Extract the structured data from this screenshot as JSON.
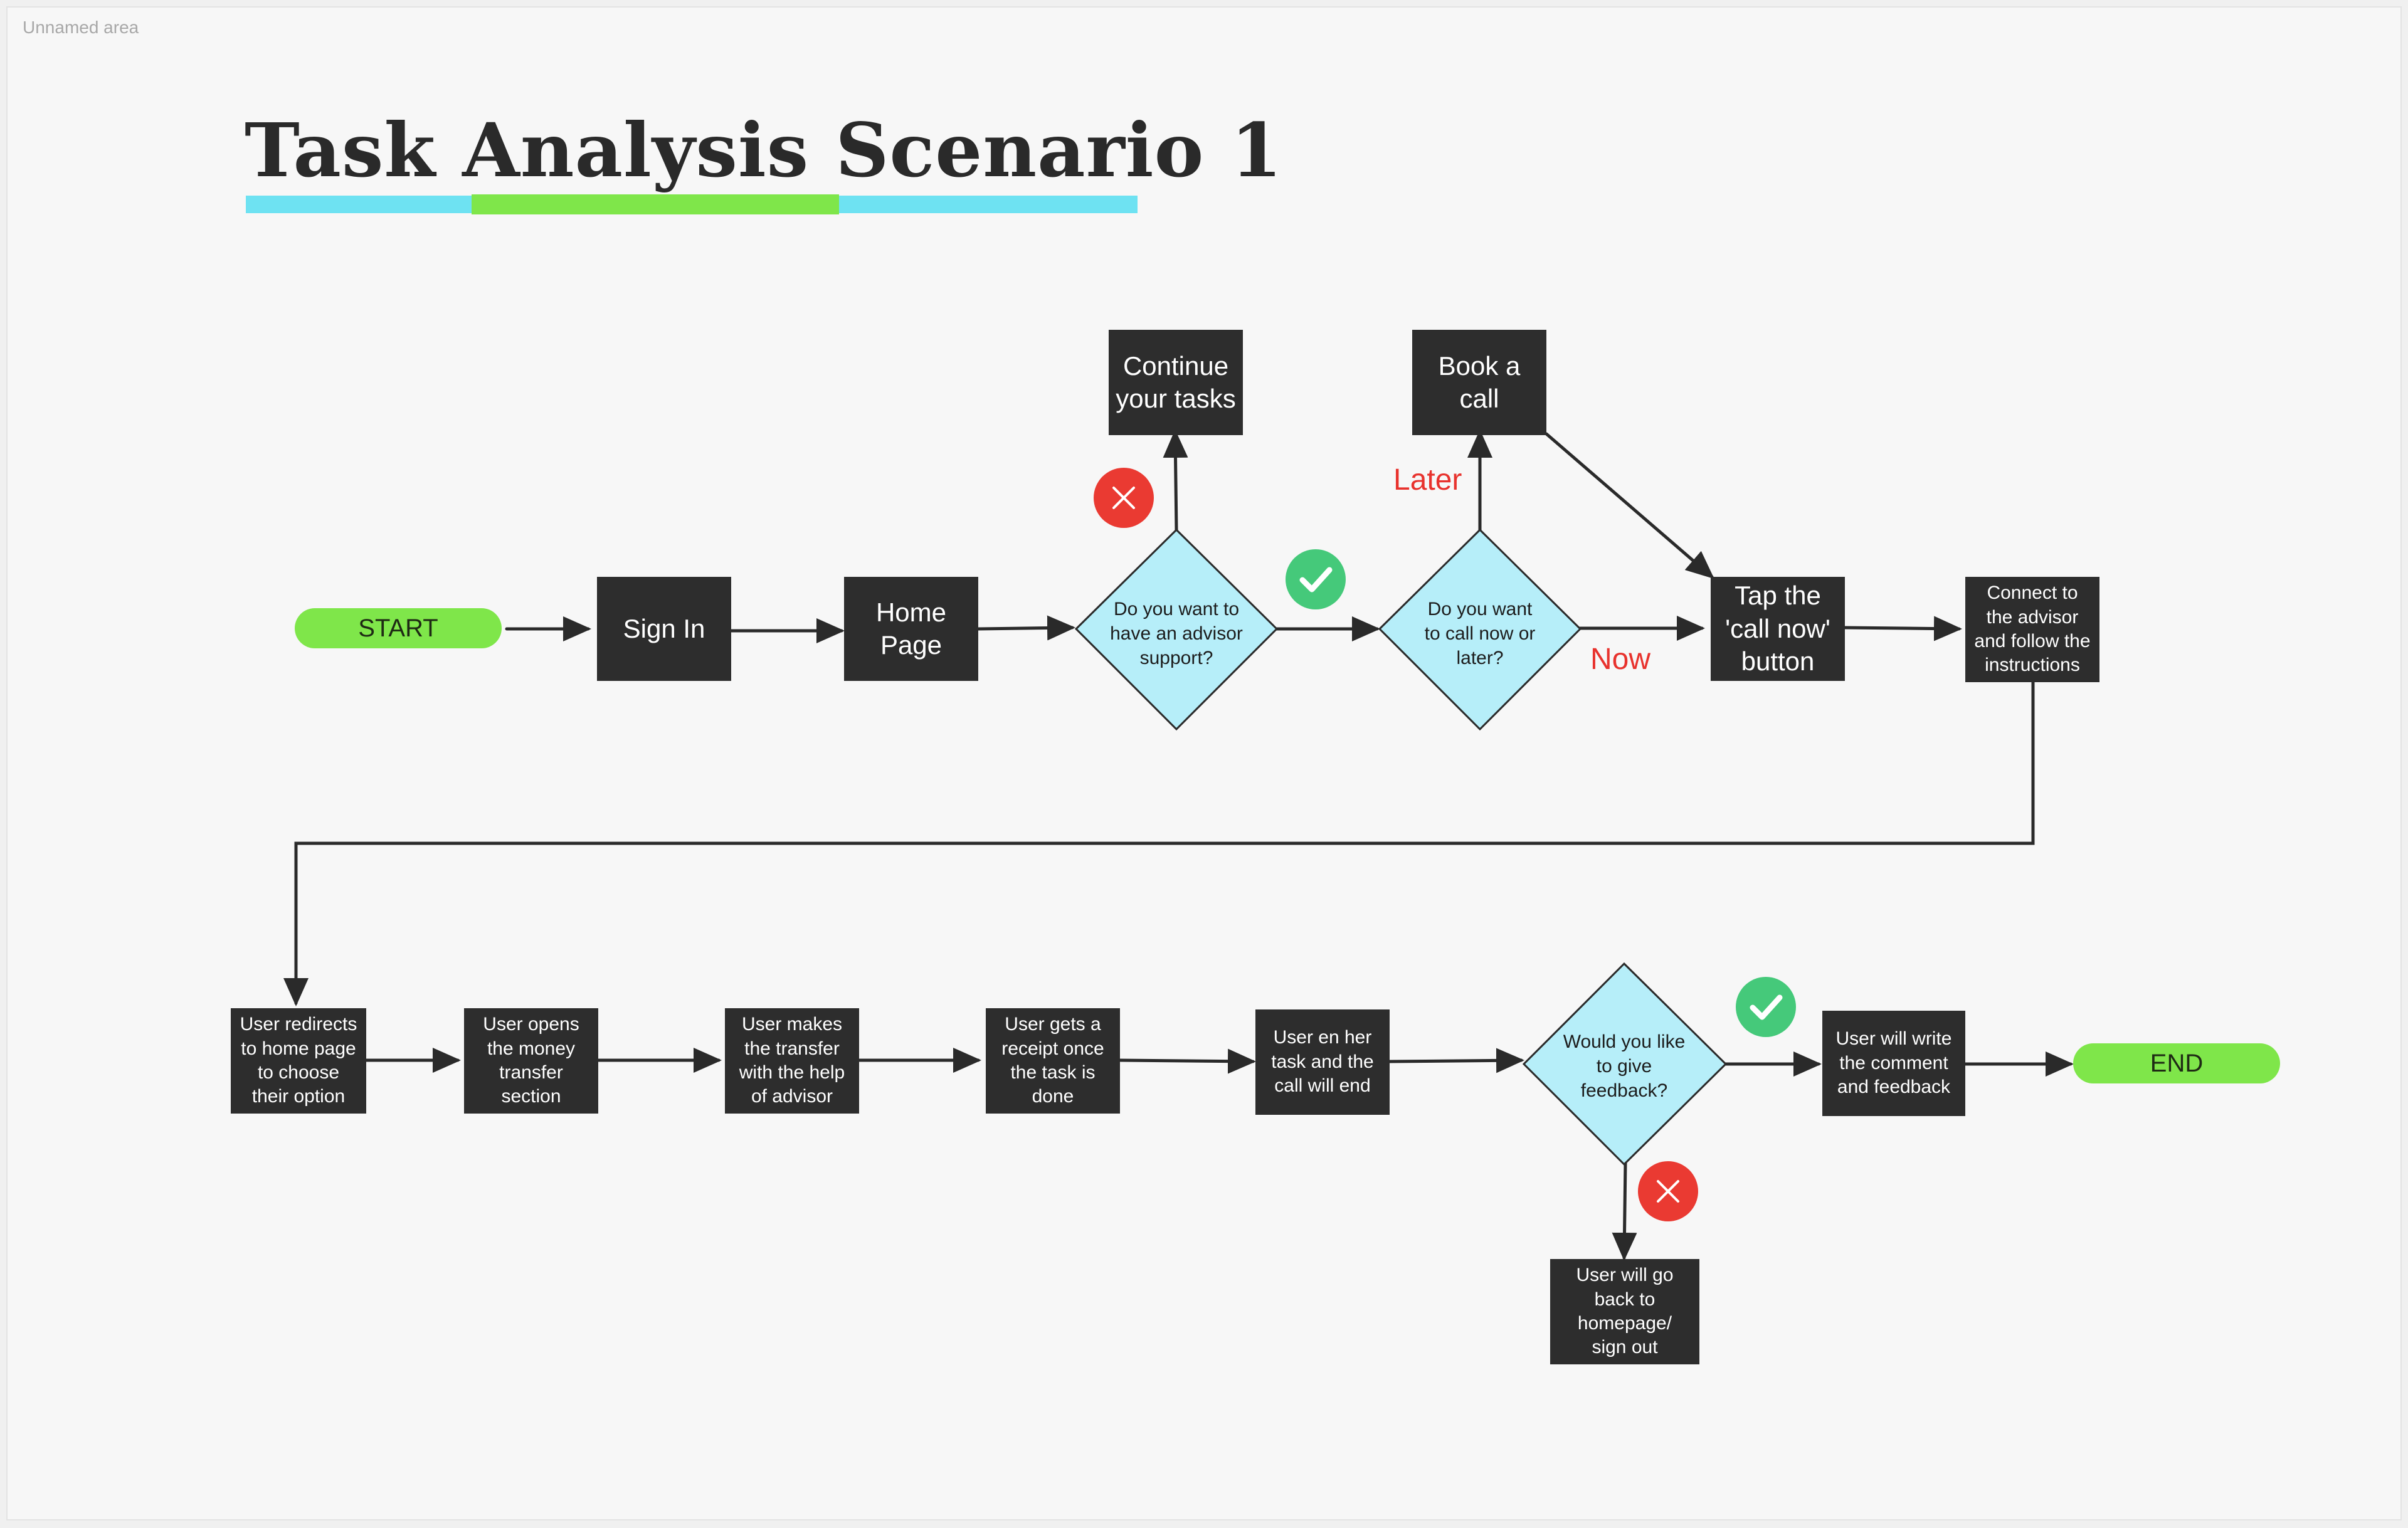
{
  "area_label": "Unnamed area",
  "title": "Task Analysis  Scenario 1",
  "colors": {
    "node": "#2d2d2d",
    "decision": "#b6eef9",
    "terminal": "#7fe64a",
    "branch_label": "#e8322d",
    "yes_badge": "#45c97a",
    "no_badge": "#ea3a32"
  },
  "nodes": {
    "start": "START",
    "sign_in": "Sign In",
    "home_page": "Home\nPage",
    "advisor_question": "Do you want to\nhave an advisor\nsupport?",
    "continue_tasks": "Continue\nyour tasks",
    "call_question": "Do you want\nto call now or\nlater?",
    "book_call": "Book a\ncall",
    "tap_call_now": "Tap the\n'call now'\nbutton",
    "connect_advisor": "Connect to\nthe advisor\nand follow the\ninstructions",
    "redirect_home": "User redirects\nto home page\nto choose\ntheir option",
    "open_transfer": "User opens\nthe money\ntransfer\nsection",
    "make_transfer": "User makes\nthe transfer\nwith the help\nof advisor",
    "receipt": "User gets a\nreceipt once\nthe task is\ndone",
    "end_call": "User en her\ntask and the\ncall will end",
    "feedback_question": "Would you like\nto give\nfeedback?",
    "write_feedback": "User will write\nthe comment\nand feedback",
    "go_back": "User  will go\nback to\nhomepage/\nsign out",
    "end": "END"
  },
  "branch_labels": {
    "later": "Later",
    "now": "Now"
  },
  "badges": {
    "advisor_no": "close-icon",
    "advisor_yes": "check-icon",
    "feedback_yes": "check-icon",
    "feedback_no": "close-icon"
  }
}
